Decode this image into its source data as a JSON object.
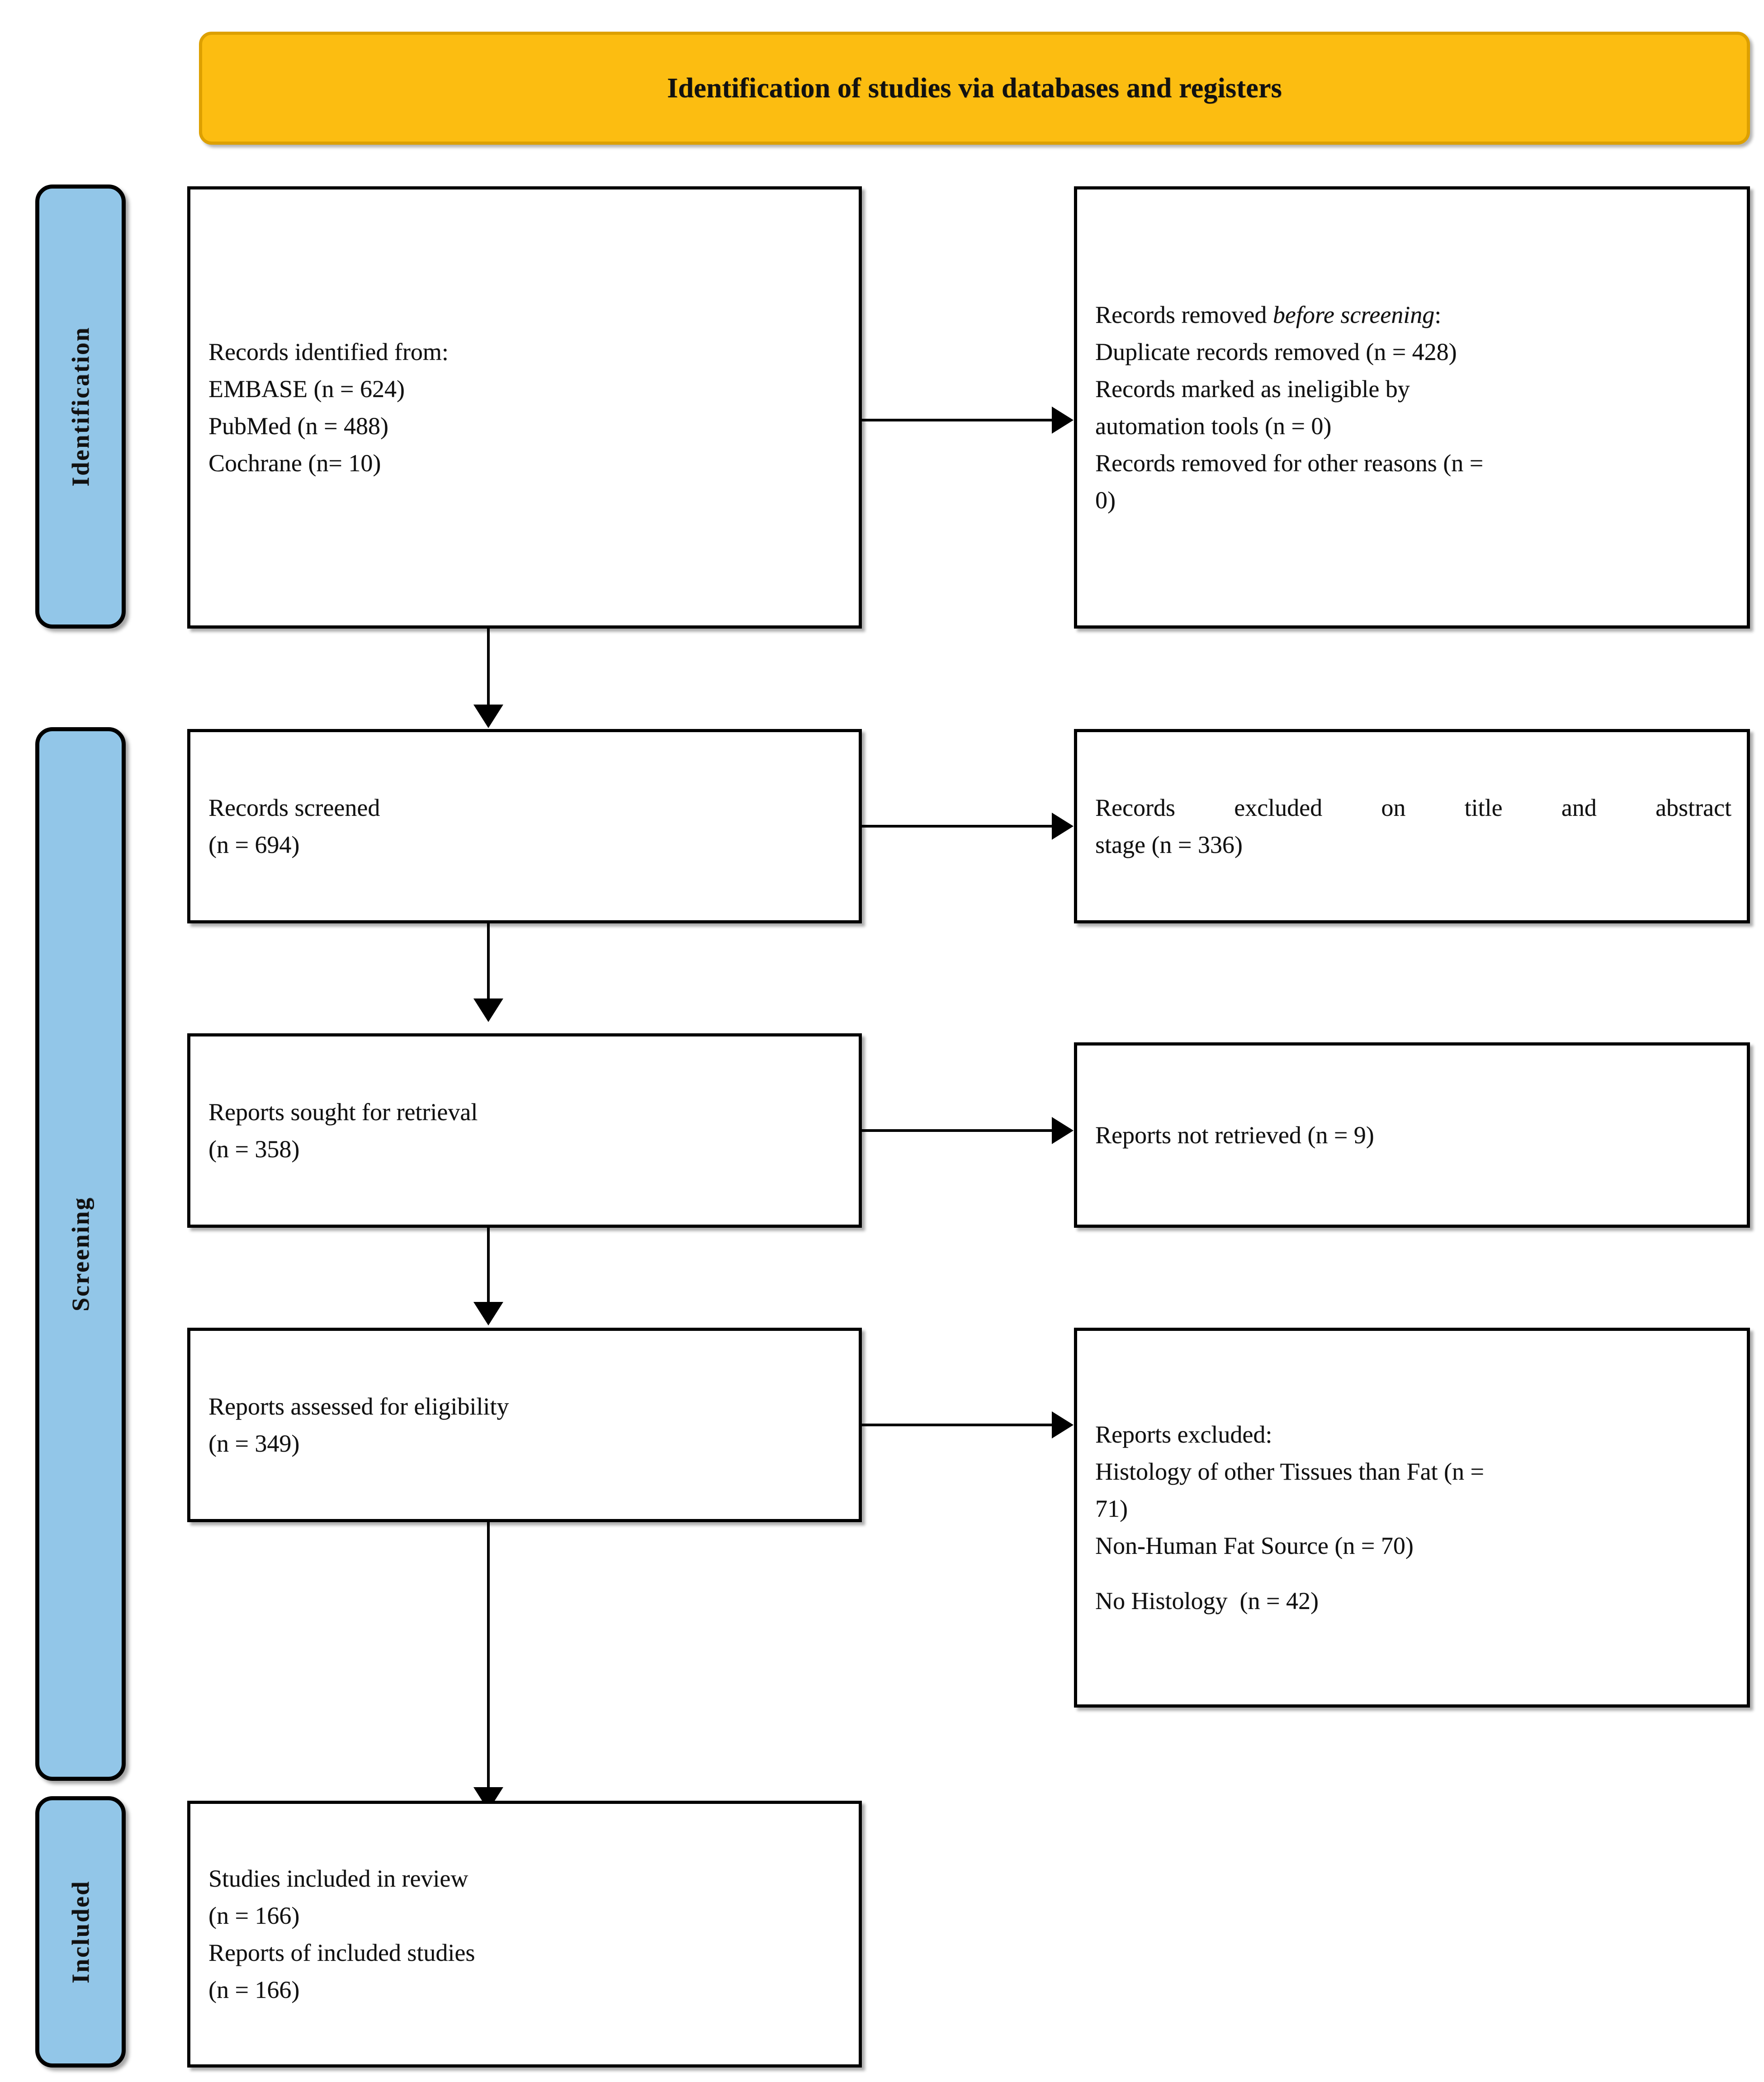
{
  "banner": {
    "title": "Identification of studies via databases and registers",
    "bg_color": "#FCBD11",
    "border_color": "#DDA000"
  },
  "phases": {
    "identification": "Identification",
    "screening": "Screening",
    "included": "Included",
    "bg_color": "#92C6E8",
    "border_color": "#000000"
  },
  "nodes": {
    "records_identified": {
      "l1": "Records identified from:",
      "l2": "EMBASE (n = 624)",
      "l3": "PubMed (n = 488)",
      "l4": "Cochrane (n= 10)"
    },
    "records_removed": {
      "l1a": "Records removed ",
      "l1b": "before screening",
      "l1c": ":",
      "l2": "Duplicate records removed (n = 428)",
      "l3": "Records marked as ineligible by",
      "l4": "automation tools (n = 0)",
      "l5": "Records removed for other reasons (n =",
      "l6": "0)"
    },
    "records_screened": {
      "l1": "Records screened",
      "l2": "(n = 694)"
    },
    "records_excluded": {
      "l1": "Records excluded on title and abstract",
      "l2": "stage (n = 336)"
    },
    "reports_sought": {
      "l1": "Reports sought for retrieval",
      "l2": "(n = 358)"
    },
    "reports_not_retrieved": {
      "l1": "Reports not retrieved (n = 9)"
    },
    "reports_assessed": {
      "l1": "Reports assessed for eligibility",
      "l2": "(n = 349)"
    },
    "reports_excluded": {
      "l1": "Reports excluded:",
      "l2": "Histology of other Tissues than Fat (n =",
      "l3": "71)",
      "l4": "Non-Human Fat Source (n = 70)",
      "l5": "No Histology  (n = 42)"
    },
    "studies_included": {
      "l1": "Studies included in review",
      "l2": "(n = 166)",
      "l3": "Reports of included studies",
      "l4": "(n = 166)"
    }
  },
  "chart_data": {
    "type": "diagram",
    "title": "Identification of studies via databases and registers",
    "stages": [
      {
        "phase": "Identification",
        "node": "Records identified from",
        "EMBASE": 624,
        "PubMed": 488,
        "Cochrane": 10
      },
      {
        "phase": "Identification",
        "node": "Records removed before screening",
        "duplicates_removed": 428,
        "ineligible_by_automation": 0,
        "removed_other_reasons": 0
      },
      {
        "phase": "Screening",
        "node": "Records screened",
        "n": 694
      },
      {
        "phase": "Screening",
        "node": "Records excluded on title and abstract stage",
        "n": 336
      },
      {
        "phase": "Screening",
        "node": "Reports sought for retrieval",
        "n": 358
      },
      {
        "phase": "Screening",
        "node": "Reports not retrieved",
        "n": 9
      },
      {
        "phase": "Screening",
        "node": "Reports assessed for eligibility",
        "n": 349
      },
      {
        "phase": "Screening",
        "node": "Reports excluded",
        "histology_of_other_tissues_than_fat": 71,
        "non_human_fat_source": 70,
        "no_histology": 42
      },
      {
        "phase": "Included",
        "node": "Studies included in review",
        "n": 166
      },
      {
        "phase": "Included",
        "node": "Reports of included studies",
        "n": 166
      }
    ]
  }
}
